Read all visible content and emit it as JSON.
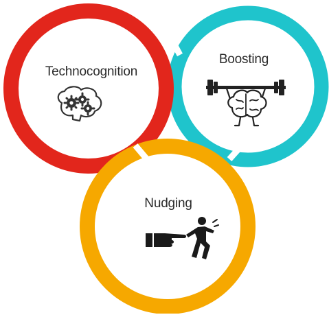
{
  "diagram": {
    "rings": [
      {
        "id": "technocognition",
        "label": "Technocognition",
        "color": "#e2261c",
        "icon": "brain-gears-icon"
      },
      {
        "id": "boosting",
        "label": "Boosting",
        "color": "#1fc4cc",
        "icon": "brain-lifting-barbell-icon"
      },
      {
        "id": "nudging",
        "label": "Nudging",
        "color": "#f6a800",
        "icon": "pointing-hand-pushing-person-icon"
      }
    ]
  }
}
